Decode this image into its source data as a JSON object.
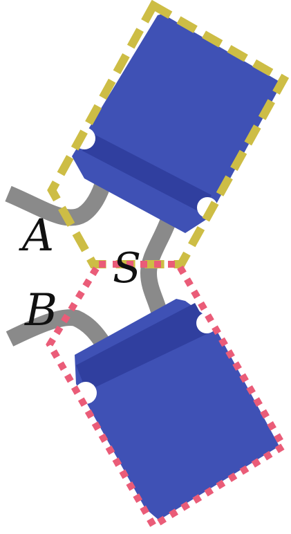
{
  "labels": {
    "a": "A",
    "b": "B",
    "s": "S"
  },
  "colors": {
    "block_fill": "#3f51b5",
    "block_stripe": "#303f9f",
    "wire": "#8a8a8a",
    "outline_top": "#cdbd45",
    "outline_bottom": "#ea5c78"
  },
  "icons": {
    "block": "chip-body",
    "outline_top": "dashed-outline",
    "outline_bottom": "dotted-outline"
  }
}
